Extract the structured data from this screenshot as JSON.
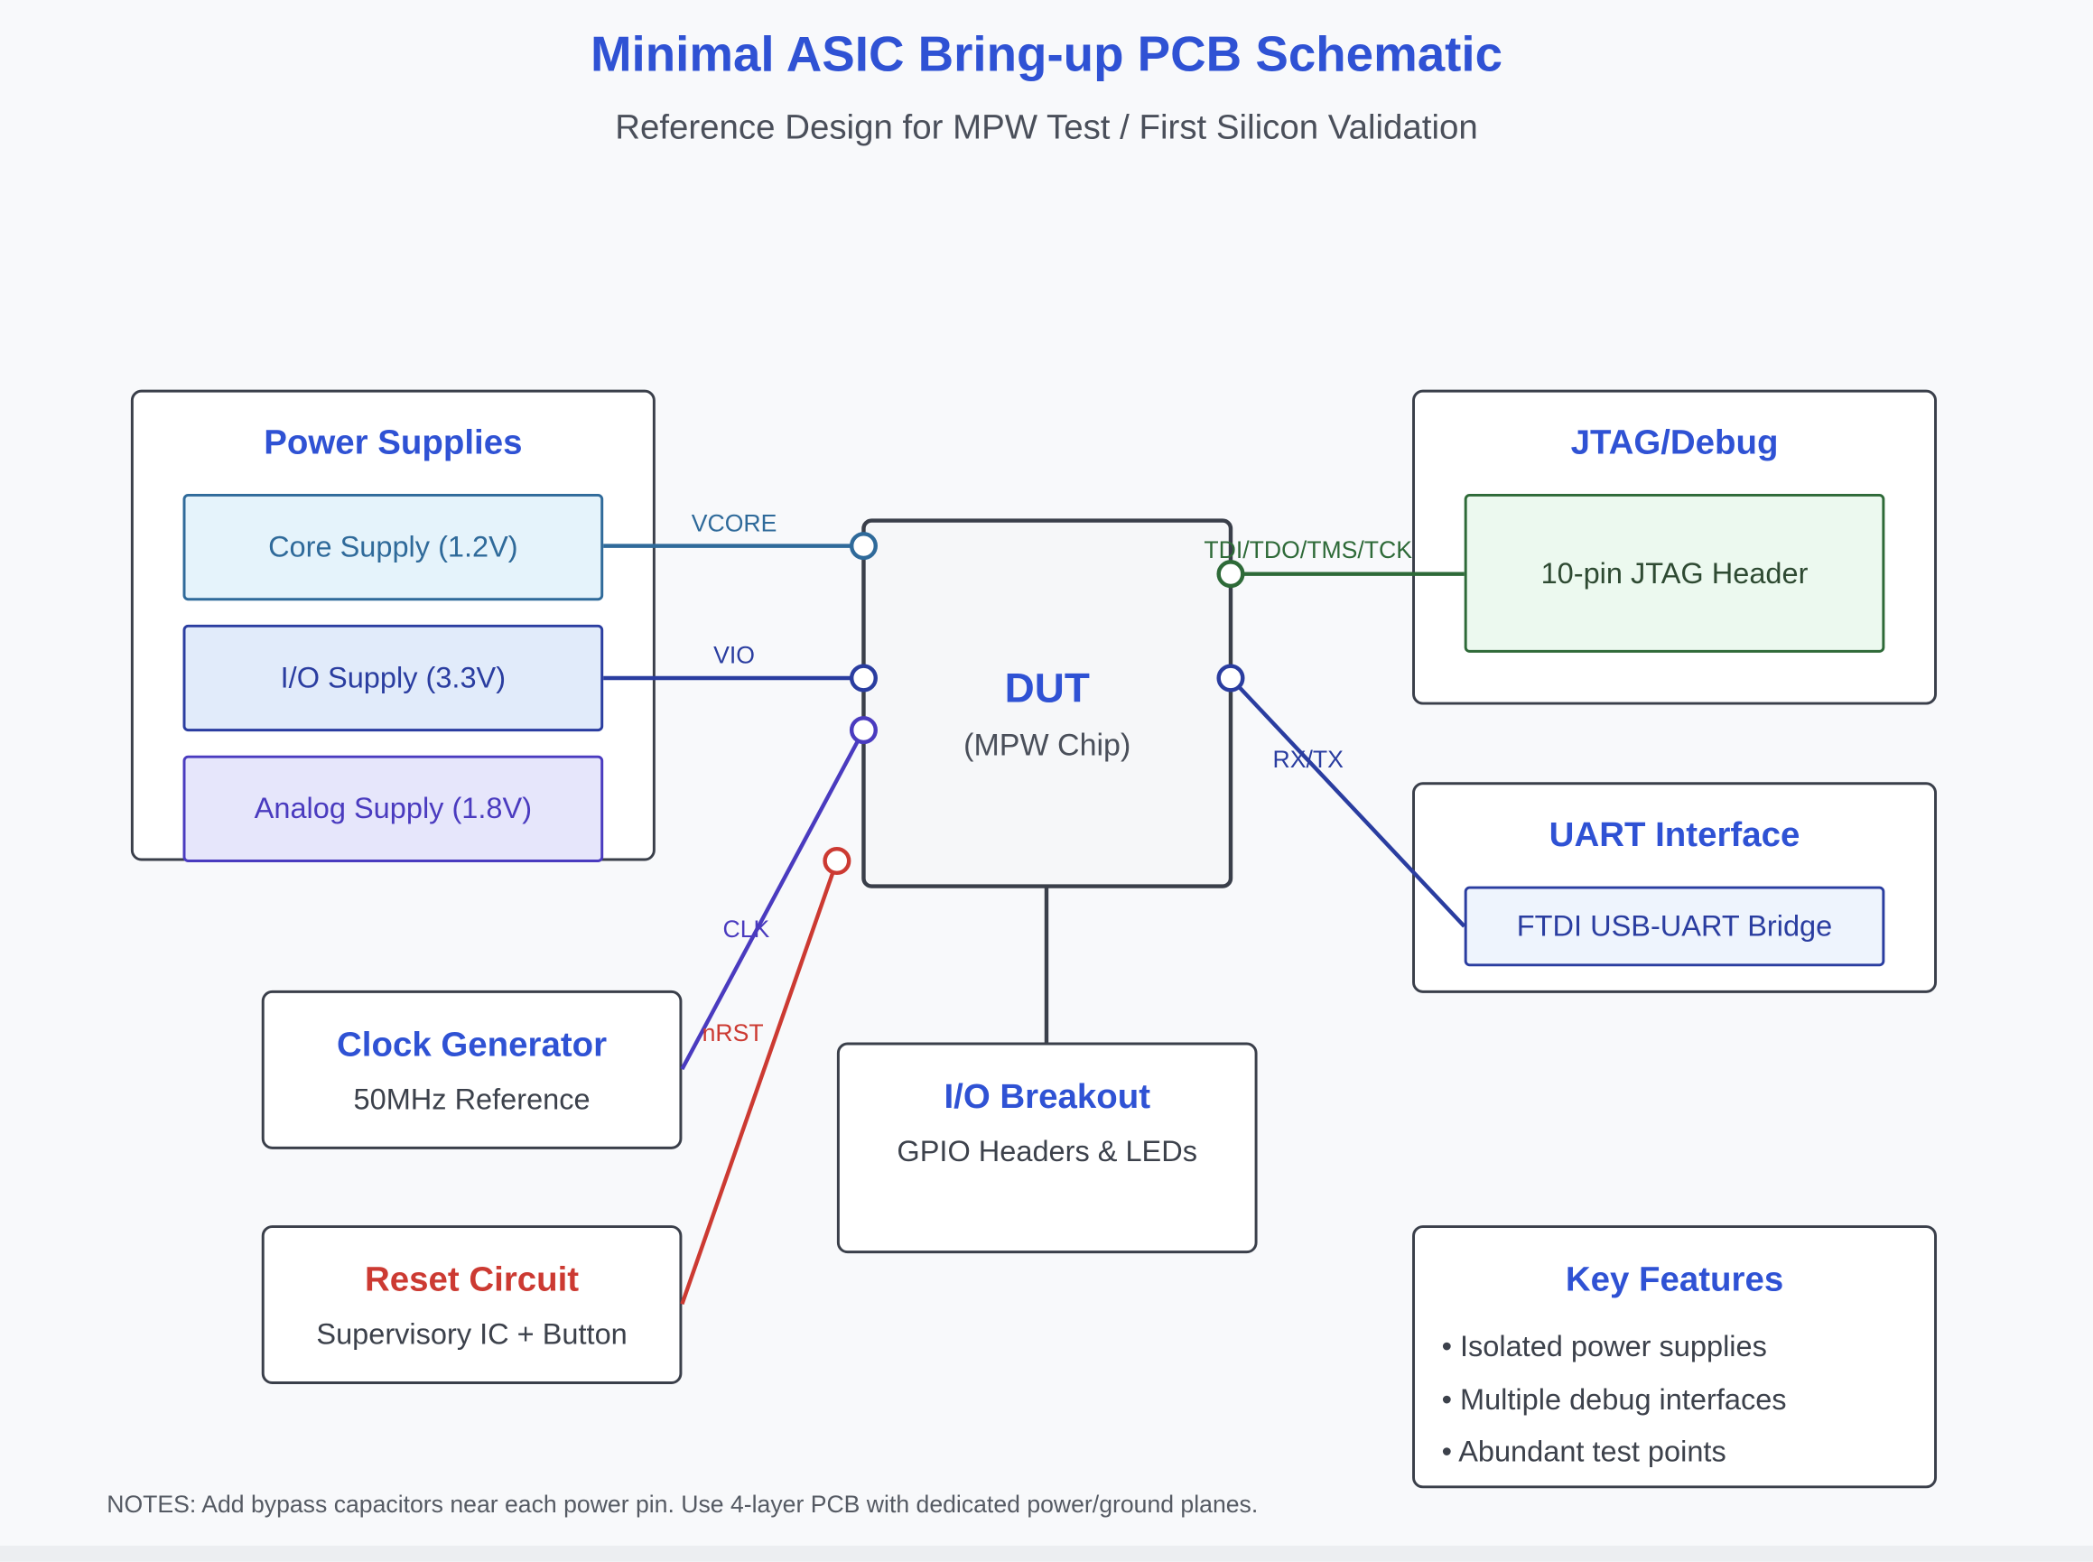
{
  "title": "Minimal ASIC Bring-up PCB Schematic",
  "subtitle": "Reference Design for MPW Test / First Silicon Validation",
  "power": {
    "title": "Power Supplies",
    "core": "Core Supply (1.2V)",
    "io": "I/O Supply (3.3V)",
    "analog": "Analog Supply (1.8V)"
  },
  "dut": {
    "title": "DUT",
    "subtitle": "(MPW Chip)"
  },
  "jtag": {
    "title": "JTAG/Debug",
    "header": "10-pin JTAG Header"
  },
  "uart": {
    "title": "UART Interface",
    "bridge": "FTDI USB-UART Bridge"
  },
  "clock": {
    "title": "Clock Generator",
    "subtitle": "50MHz Reference"
  },
  "reset": {
    "title": "Reset Circuit",
    "subtitle": "Supervisory IC + Button"
  },
  "io_breakout": {
    "title": "I/O Breakout",
    "subtitle": "GPIO Headers & LEDs"
  },
  "features": {
    "title": "Key Features",
    "items": [
      "• Isolated power supplies",
      "• Multiple debug interfaces",
      "• Abundant test points"
    ]
  },
  "signals": {
    "vcore": "VCORE",
    "vio": "VIO",
    "jtag": "TDI/TDO/TMS/TCK",
    "uart": "RX/TX",
    "clk": "CLK",
    "rst": "nRST"
  },
  "colors": {
    "core": "#2f6a9a",
    "io": "#2a3da0",
    "clk": "#4a3bbf",
    "rst": "#cc3a32",
    "jtag": "#2e6a38",
    "uart": "#2a3da0",
    "accent": "#2f52d4"
  },
  "notes": "NOTES: Add bypass capacitors near each power pin. Use 4-layer PCB with dedicated power/ground planes."
}
